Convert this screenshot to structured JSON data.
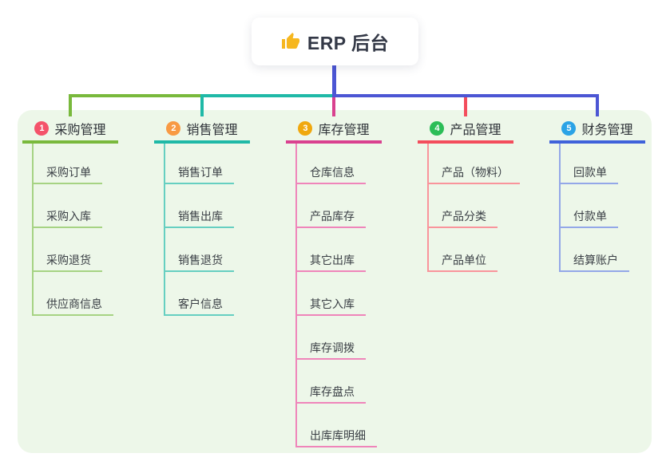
{
  "root": {
    "title": "ERP 后台",
    "icon": "thumbs-up-icon",
    "icon_color": "#f6b71f"
  },
  "colors": {
    "root_line": "#4c56d4",
    "panel_background": "#edf7e9"
  },
  "branches": [
    {
      "badge": "1",
      "badge_color": "#f4536a",
      "label": "采购管理",
      "line_color": "#79b93c",
      "sub_line_color": "#a6d383",
      "children": [
        "采购订单",
        "采购入库",
        "采购退货",
        "供应商信息"
      ]
    },
    {
      "badge": "2",
      "badge_color": "#f89a44",
      "label": "销售管理",
      "line_color": "#1fb9a7",
      "sub_line_color": "#66cfc1",
      "children": [
        "销售订单",
        "销售出库",
        "销售退货",
        "客户信息"
      ]
    },
    {
      "badge": "3",
      "badge_color": "#f0a80e",
      "label": "库存管理",
      "line_color": "#d9418f",
      "sub_line_color": "#ef85ba",
      "children": [
        "仓库信息",
        "产品库存",
        "其它出库",
        "其它入库",
        "库存调拨",
        "库存盘点",
        "出库库明细"
      ]
    },
    {
      "badge": "4",
      "badge_color": "#2cbd57",
      "label": "产品管理",
      "line_color": "#f34d5c",
      "sub_line_color": "#f9949b",
      "children": [
        "产品（物料）",
        "产品分类",
        "产品单位"
      ]
    },
    {
      "badge": "5",
      "badge_color": "#2ba3e6",
      "label": "财务管理",
      "line_color": "#3f62da",
      "sub_line_color": "#93a7e8",
      "children": [
        "回款单",
        "付款单",
        "结算账户"
      ]
    }
  ]
}
